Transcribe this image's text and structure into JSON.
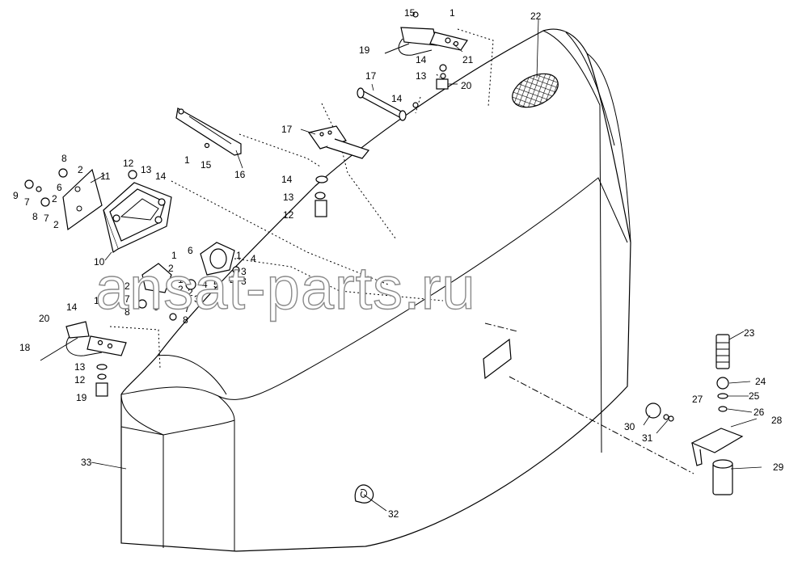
{
  "watermark": "ansat-parts.ru",
  "callouts": [
    "1",
    "2",
    "3",
    "4",
    "5",
    "6",
    "7",
    "8",
    "9",
    "10",
    "11",
    "12",
    "13",
    "14",
    "15",
    "16",
    "17",
    "18",
    "19",
    "20",
    "21",
    "22",
    "23",
    "24",
    "25",
    "26",
    "27",
    "28",
    "29",
    "30",
    "31",
    "32",
    "33"
  ]
}
